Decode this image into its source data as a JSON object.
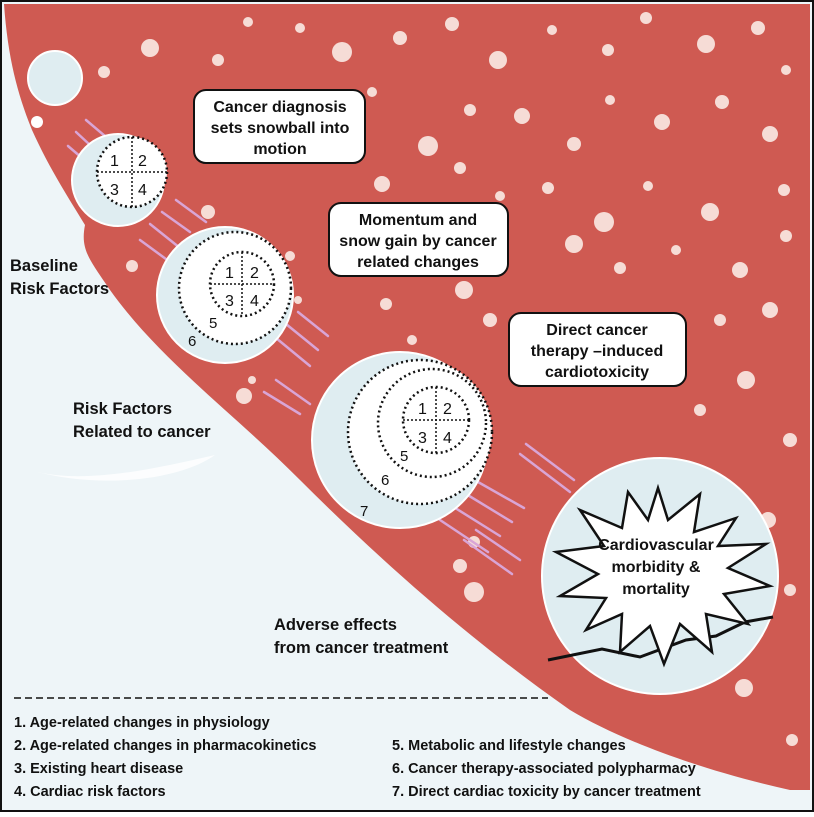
{
  "boxes": {
    "diagnosis": [
      "Cancer diagnosis",
      "sets snowball into",
      "motion"
    ],
    "momentum": [
      "Momentum and",
      "snow gain by cancer",
      "related changes"
    ],
    "direct": [
      "Direct cancer",
      "therapy –induced",
      "cardiotoxicity"
    ]
  },
  "labels": {
    "baseline": [
      "Baseline",
      "Risk Factors"
    ],
    "related": [
      "Risk Factors",
      "Related to cancer"
    ],
    "adverse": [
      "Adverse effects",
      "from cancer treatment"
    ],
    "outcome": [
      "Cardiovascular",
      "morbidity &",
      "mortality"
    ]
  },
  "numbers": {
    "n1": "1",
    "n2": "2",
    "n3": "3",
    "n4": "4",
    "n5": "5",
    "n6": "6",
    "n7": "7"
  },
  "legend": {
    "left": [
      "1. Age-related changes  in physiology",
      "2. Age-related changes in pharmacokinetics",
      "3. Existing heart disease",
      "4. Cardiac risk factors"
    ],
    "right": [
      "5. Metabolic and  lifestyle changes",
      "6. Cancer therapy-associated  polypharmacy",
      "7. Direct cardiac toxicity by cancer treatment"
    ]
  },
  "colors": {
    "slope": "#cf5a52",
    "snow": "#eaf3f6",
    "ball": "#dfedf1",
    "streak": "#d9a5d6",
    "dot": "#f2d4cf"
  }
}
